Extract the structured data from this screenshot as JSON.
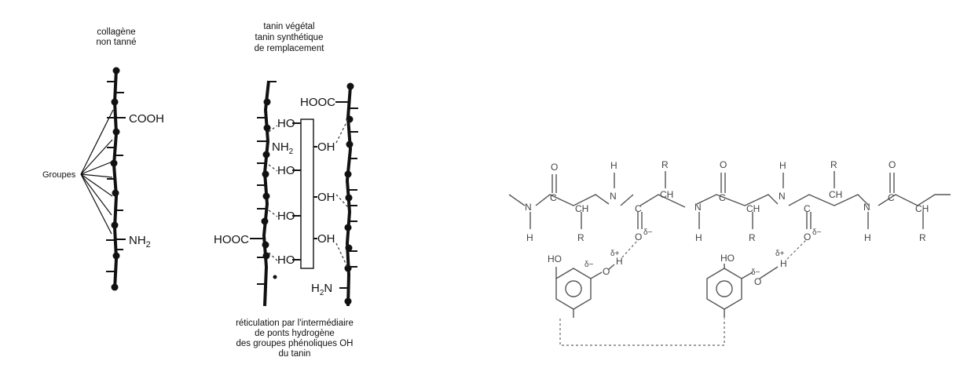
{
  "left_diagram": {
    "untanned": {
      "title_line1": "collagène",
      "title_line2": "non tanné",
      "cooh": "COOH",
      "nh2_main": "NH",
      "nh2_sub": "2",
      "groups_label": "Groupes"
    },
    "tanned": {
      "title_line1": "tanin végétal",
      "title_line2": "tanin synthétique",
      "title_line3": "de remplacement",
      "ho": "HO",
      "oh": "OH",
      "hooc": "HOOC",
      "nh2_main": "NH",
      "nh2_sub": "2",
      "h2n_main": "H",
      "h2n_sub": "2",
      "h2n_end": "N",
      "caption_line1": "réticulation par l'intermédiaire",
      "caption_line2": "de ponts hydrogène",
      "caption_line3": "des groupes phénoliques OH",
      "caption_line4": "du tanin"
    }
  },
  "right_diagram": {
    "atoms": {
      "O": "O",
      "N": "N",
      "H": "H",
      "R": "R",
      "C": "C",
      "CH": "CH",
      "HO": "HO",
      "delta_minus": "δ−",
      "delta_plus": "δ+"
    }
  }
}
